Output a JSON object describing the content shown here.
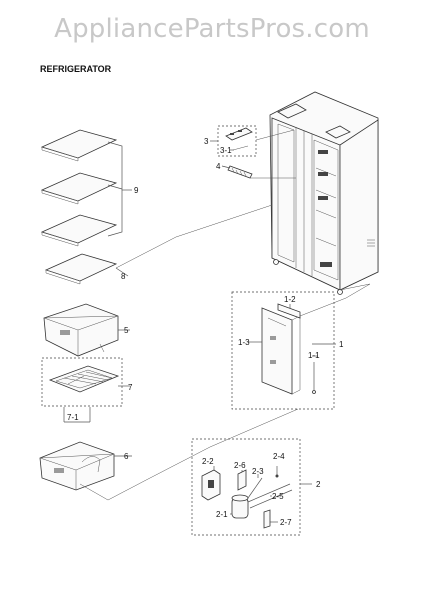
{
  "watermark": "AppliancePartsPros.com",
  "title": "REFRIGERATOR",
  "labels": {
    "l1": "1",
    "l1_1": "1-1",
    "l1_2": "1-2",
    "l1_3": "1-3",
    "l2": "2",
    "l2_1": "2-1",
    "l2_2": "2-2",
    "l2_3": "2-3",
    "l2_4": "2-4",
    "l2_5": "2-5",
    "l2_6": "2-6",
    "l2_7": "2-7",
    "l3": "3",
    "l3_1": "3-1",
    "l4": "4",
    "l5": "5",
    "l6": "6",
    "l7": "7",
    "l7_1": "7-1",
    "l8": "8",
    "l9": "9"
  }
}
